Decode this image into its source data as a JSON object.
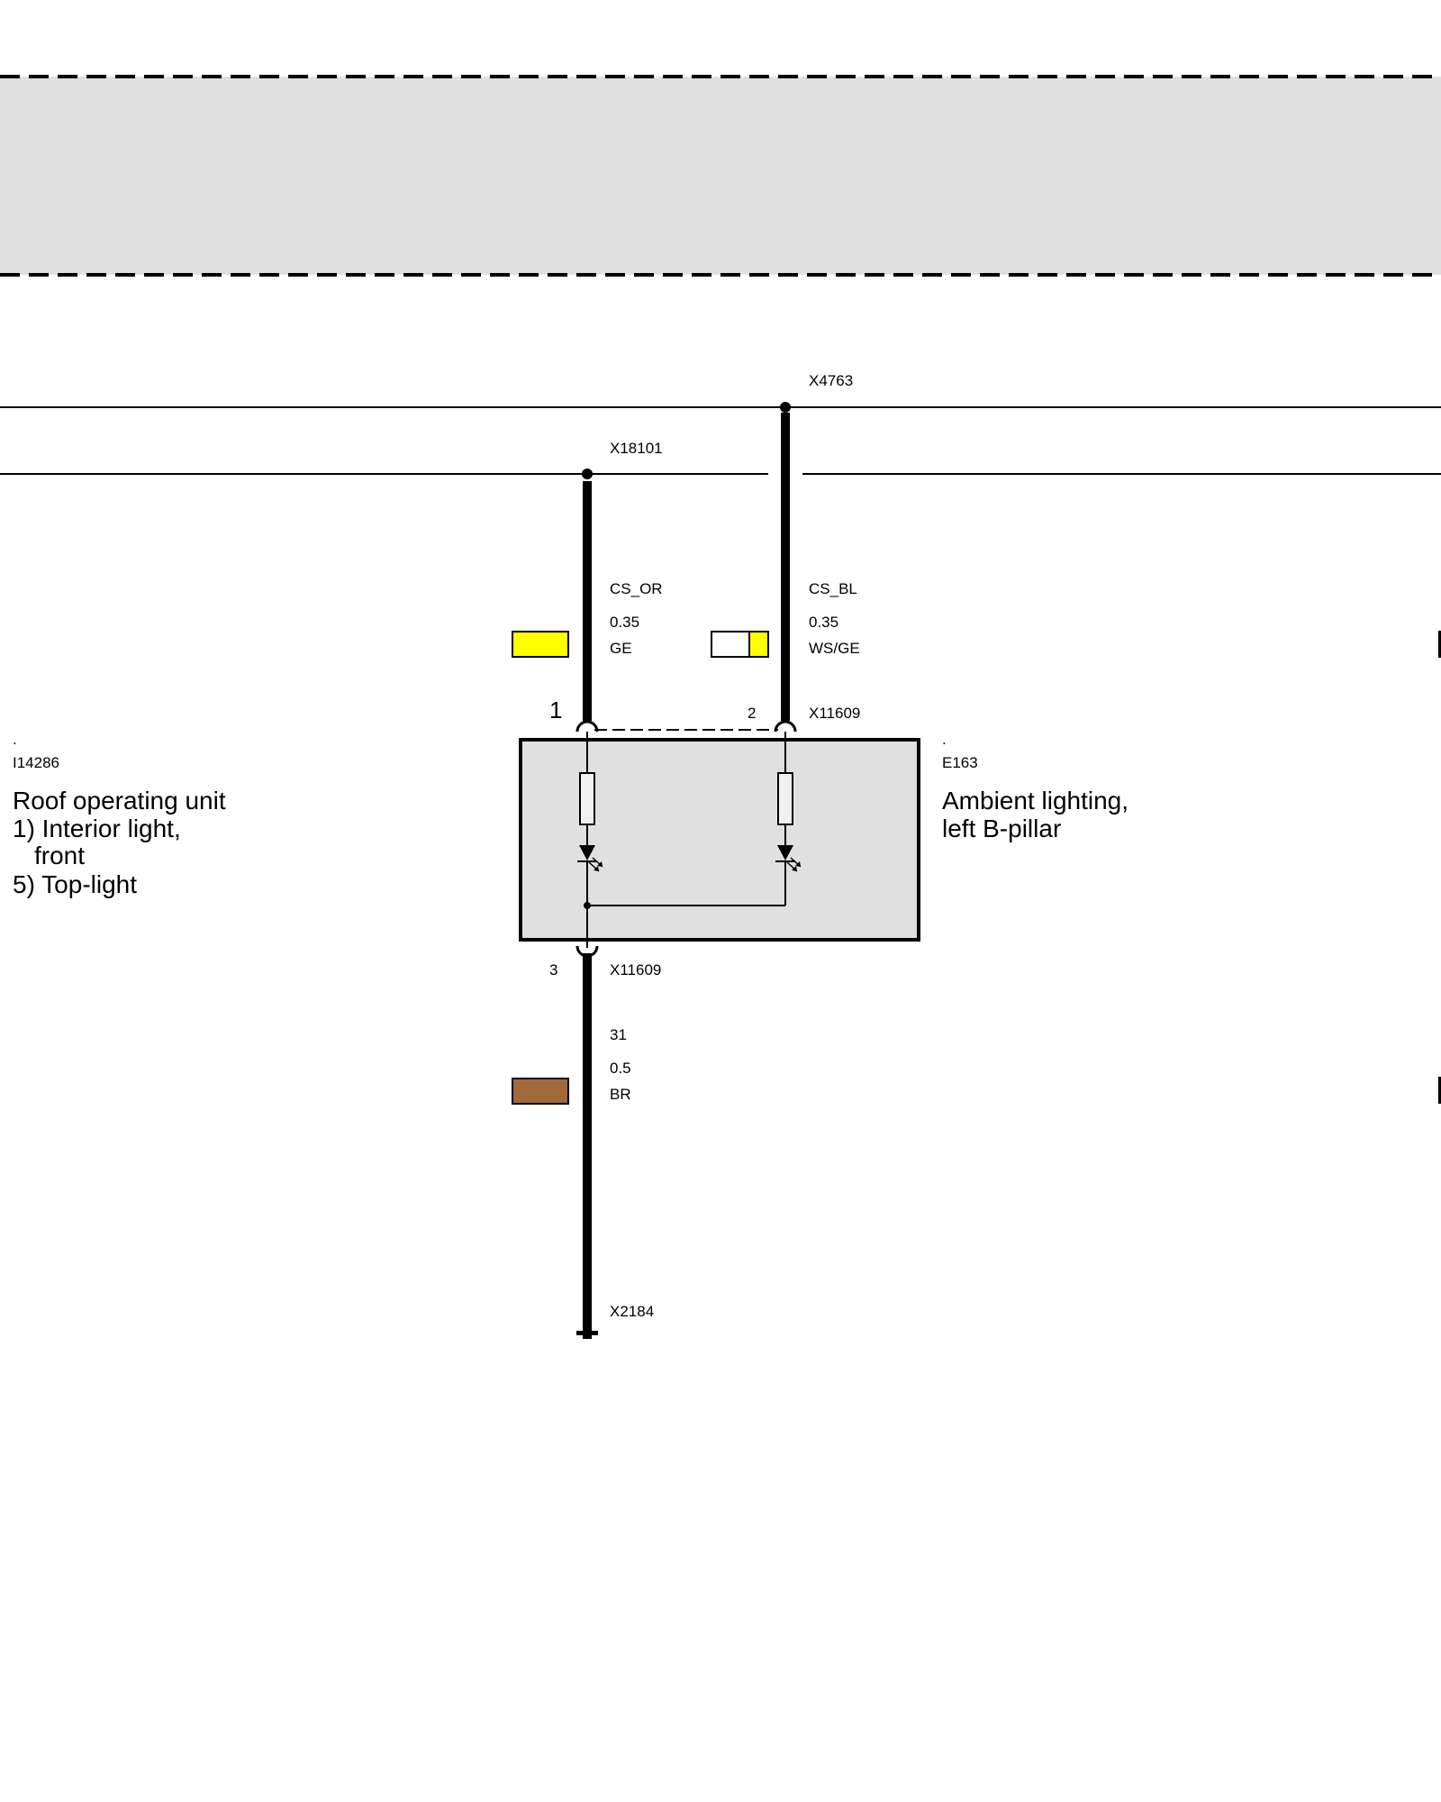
{
  "connectors": {
    "top_splice": "X4763",
    "left_splice": "X18101",
    "component_connector_top": "X11609",
    "component_connector_bottom": "X11609",
    "ground_point": "X2184"
  },
  "wires": {
    "left": {
      "signal": "CS_OR",
      "size": "0.35",
      "color_code": "GE",
      "swatch_colors": [
        "#ffff00"
      ]
    },
    "right": {
      "signal": "CS_BL",
      "size": "0.35",
      "color_code": "WS/GE",
      "swatch_colors": [
        "#ffffff",
        "#ffff00"
      ]
    },
    "ground": {
      "signal": "31",
      "size": "0.5",
      "color_code": "BR",
      "swatch_colors": [
        "#a0693a"
      ]
    }
  },
  "pins": {
    "pin1": "1",
    "pin2": "2",
    "pin3": "3"
  },
  "components": {
    "left": {
      "dot": ".",
      "id": "I14286",
      "lines": [
        "Roof operating unit",
        "1) Interior light,",
        "front",
        "5) Top-light"
      ]
    },
    "right": {
      "dot": ".",
      "id": "E163",
      "lines": [
        "Ambient lighting,",
        "left B-pillar"
      ]
    }
  },
  "colors": {
    "band_fill": "#e0e0e0",
    "component_fill": "#e0e0e0",
    "line": "#000000"
  }
}
